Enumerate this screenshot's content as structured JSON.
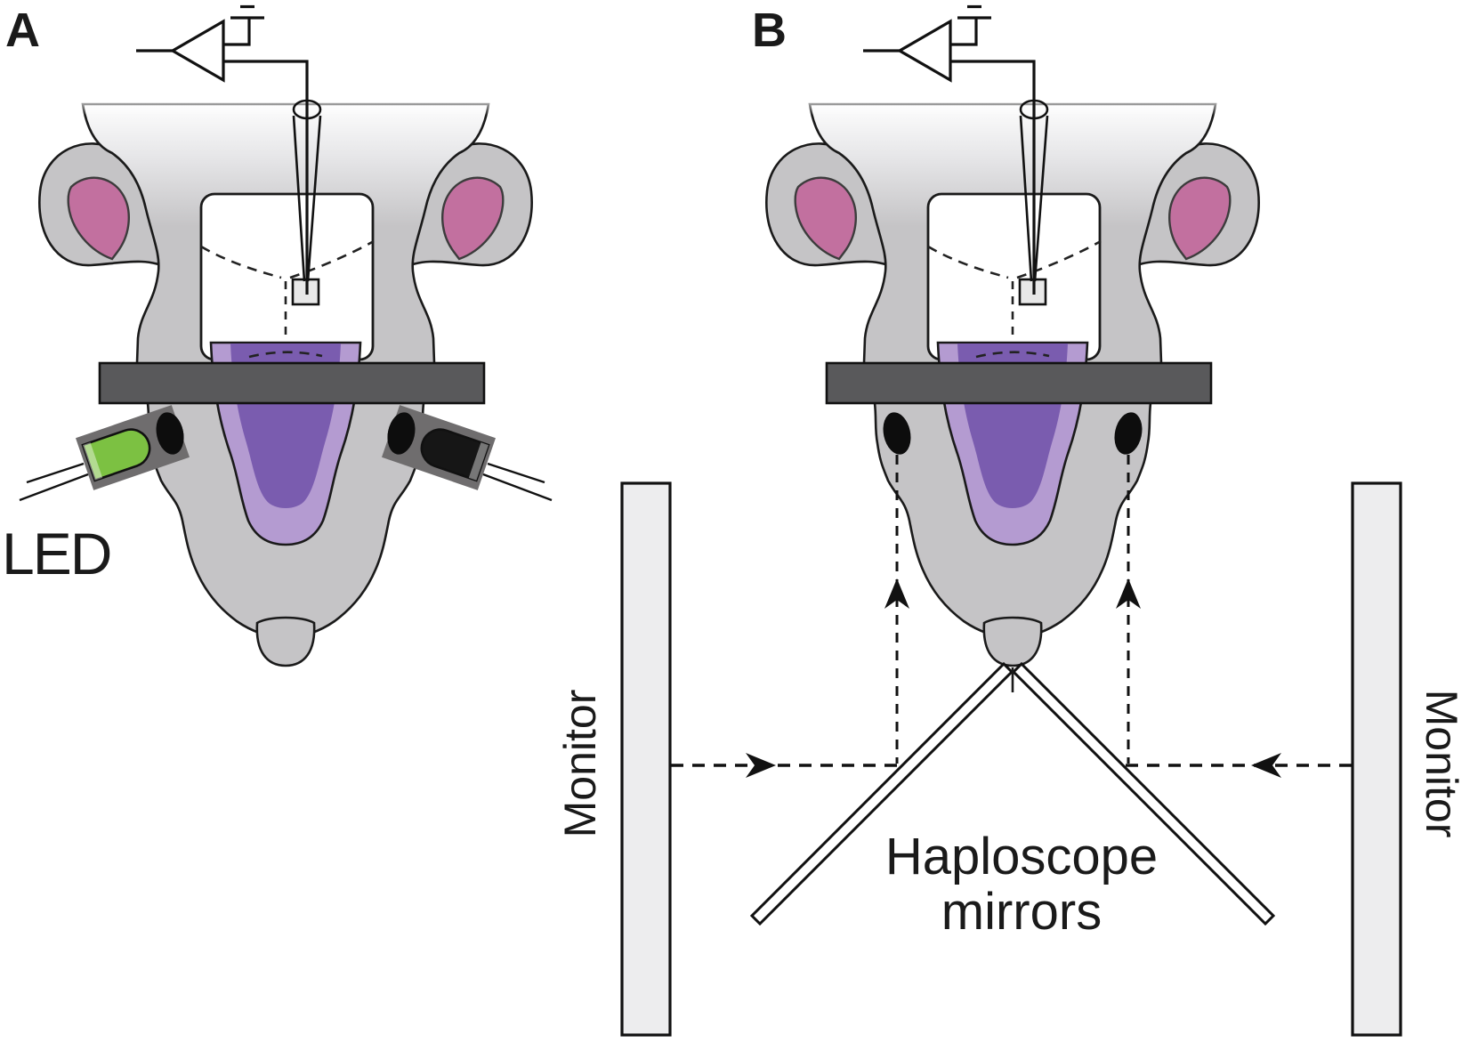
{
  "figure": {
    "panel_a": {
      "label": "A",
      "led_label": "LED"
    },
    "panel_b": {
      "label": "B",
      "monitor_left_label": "Monitor",
      "monitor_right_label": "Monitor",
      "haploscope_label_line1": "Haploscope",
      "haploscope_label_line2": "mirrors"
    },
    "colors": {
      "head_gray": "#c5c4c6",
      "head_outline": "#1a1a1a",
      "ear_pink": "#c2709f",
      "cortex_light": "#b49bd1",
      "cortex_dark": "#7a5caf",
      "bar_gray": "#59595b",
      "goggle_gray": "#6f6d6e",
      "led_green": "#7cc142",
      "led_black": "#161616",
      "monitor_fill": "#ededee",
      "text_black": "#1a1a1a"
    }
  }
}
